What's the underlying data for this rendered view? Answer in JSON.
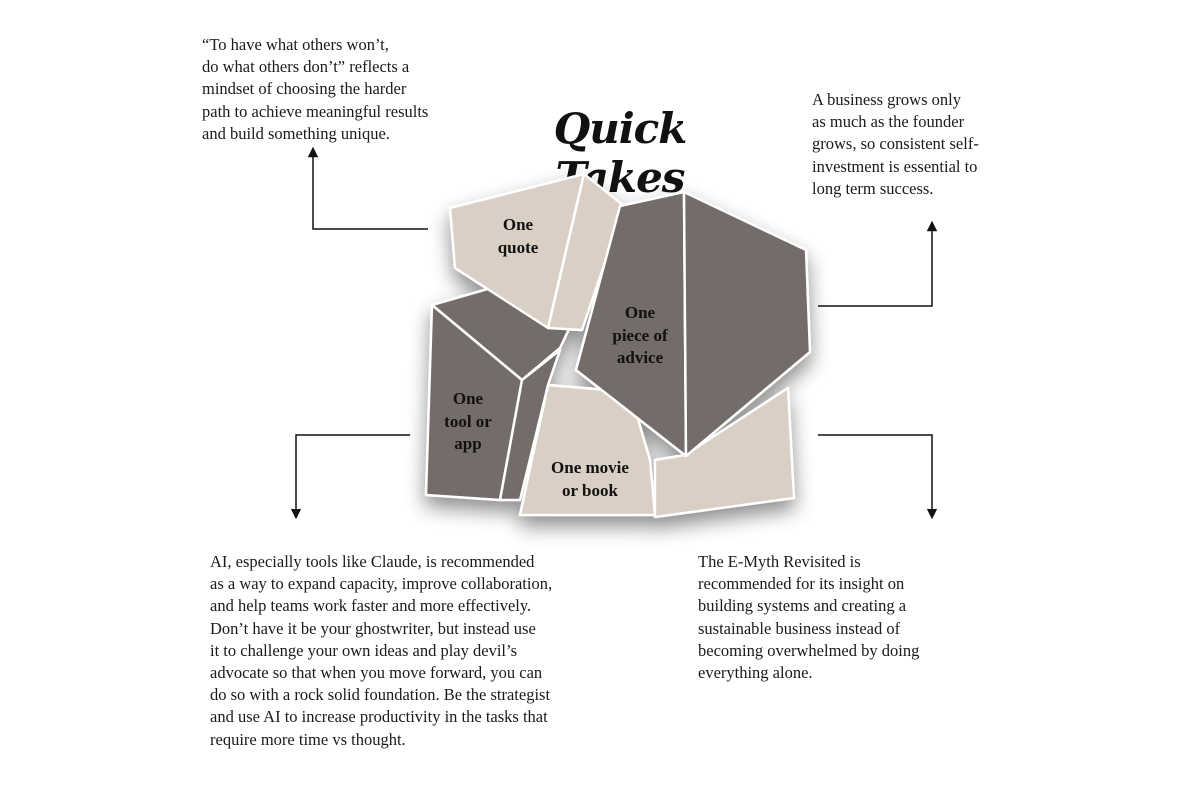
{
  "title": "Quick Takes",
  "pieces": {
    "quote": [
      "One",
      "quote"
    ],
    "advice": [
      "One",
      "piece of",
      "advice"
    ],
    "tool": [
      "One",
      "tool or",
      "app"
    ],
    "book": [
      "One movie",
      "or book"
    ]
  },
  "callouts": {
    "quote": [
      "“To have what others won’t,",
      "do what others don’t” reflects a",
      "mindset of choosing the harder",
      "path to achieve meaningful results",
      "and build something unique."
    ],
    "advice": [
      "A business grows only",
      "as much as the founder",
      "grows, so consistent self-",
      "investment is essential to",
      "long term success."
    ],
    "tool": [
      "AI, especially tools like Claude, is recommended",
      "as a way to expand capacity, improve collaboration,",
      "and help teams work faster and more effectively.",
      "Don’t have it be your ghostwriter, but instead use",
      "it to challenge your own ideas and play devil’s",
      "advocate so that when you move forward, you can",
      "do so with a rock solid foundation. Be the strategist",
      "and use AI to increase productivity in the tasks that",
      "require more time vs thought."
    ],
    "book": [
      "The E-Myth Revisited is",
      "recommended for its insight on",
      "building systems and creating a",
      "sustainable business instead of",
      "becoming overwhelmed by doing",
      "everything alone."
    ]
  },
  "colors": {
    "light": "#d9cfc5",
    "dark": "#736c67",
    "stroke": "#ffffff",
    "connector": "#111111"
  }
}
